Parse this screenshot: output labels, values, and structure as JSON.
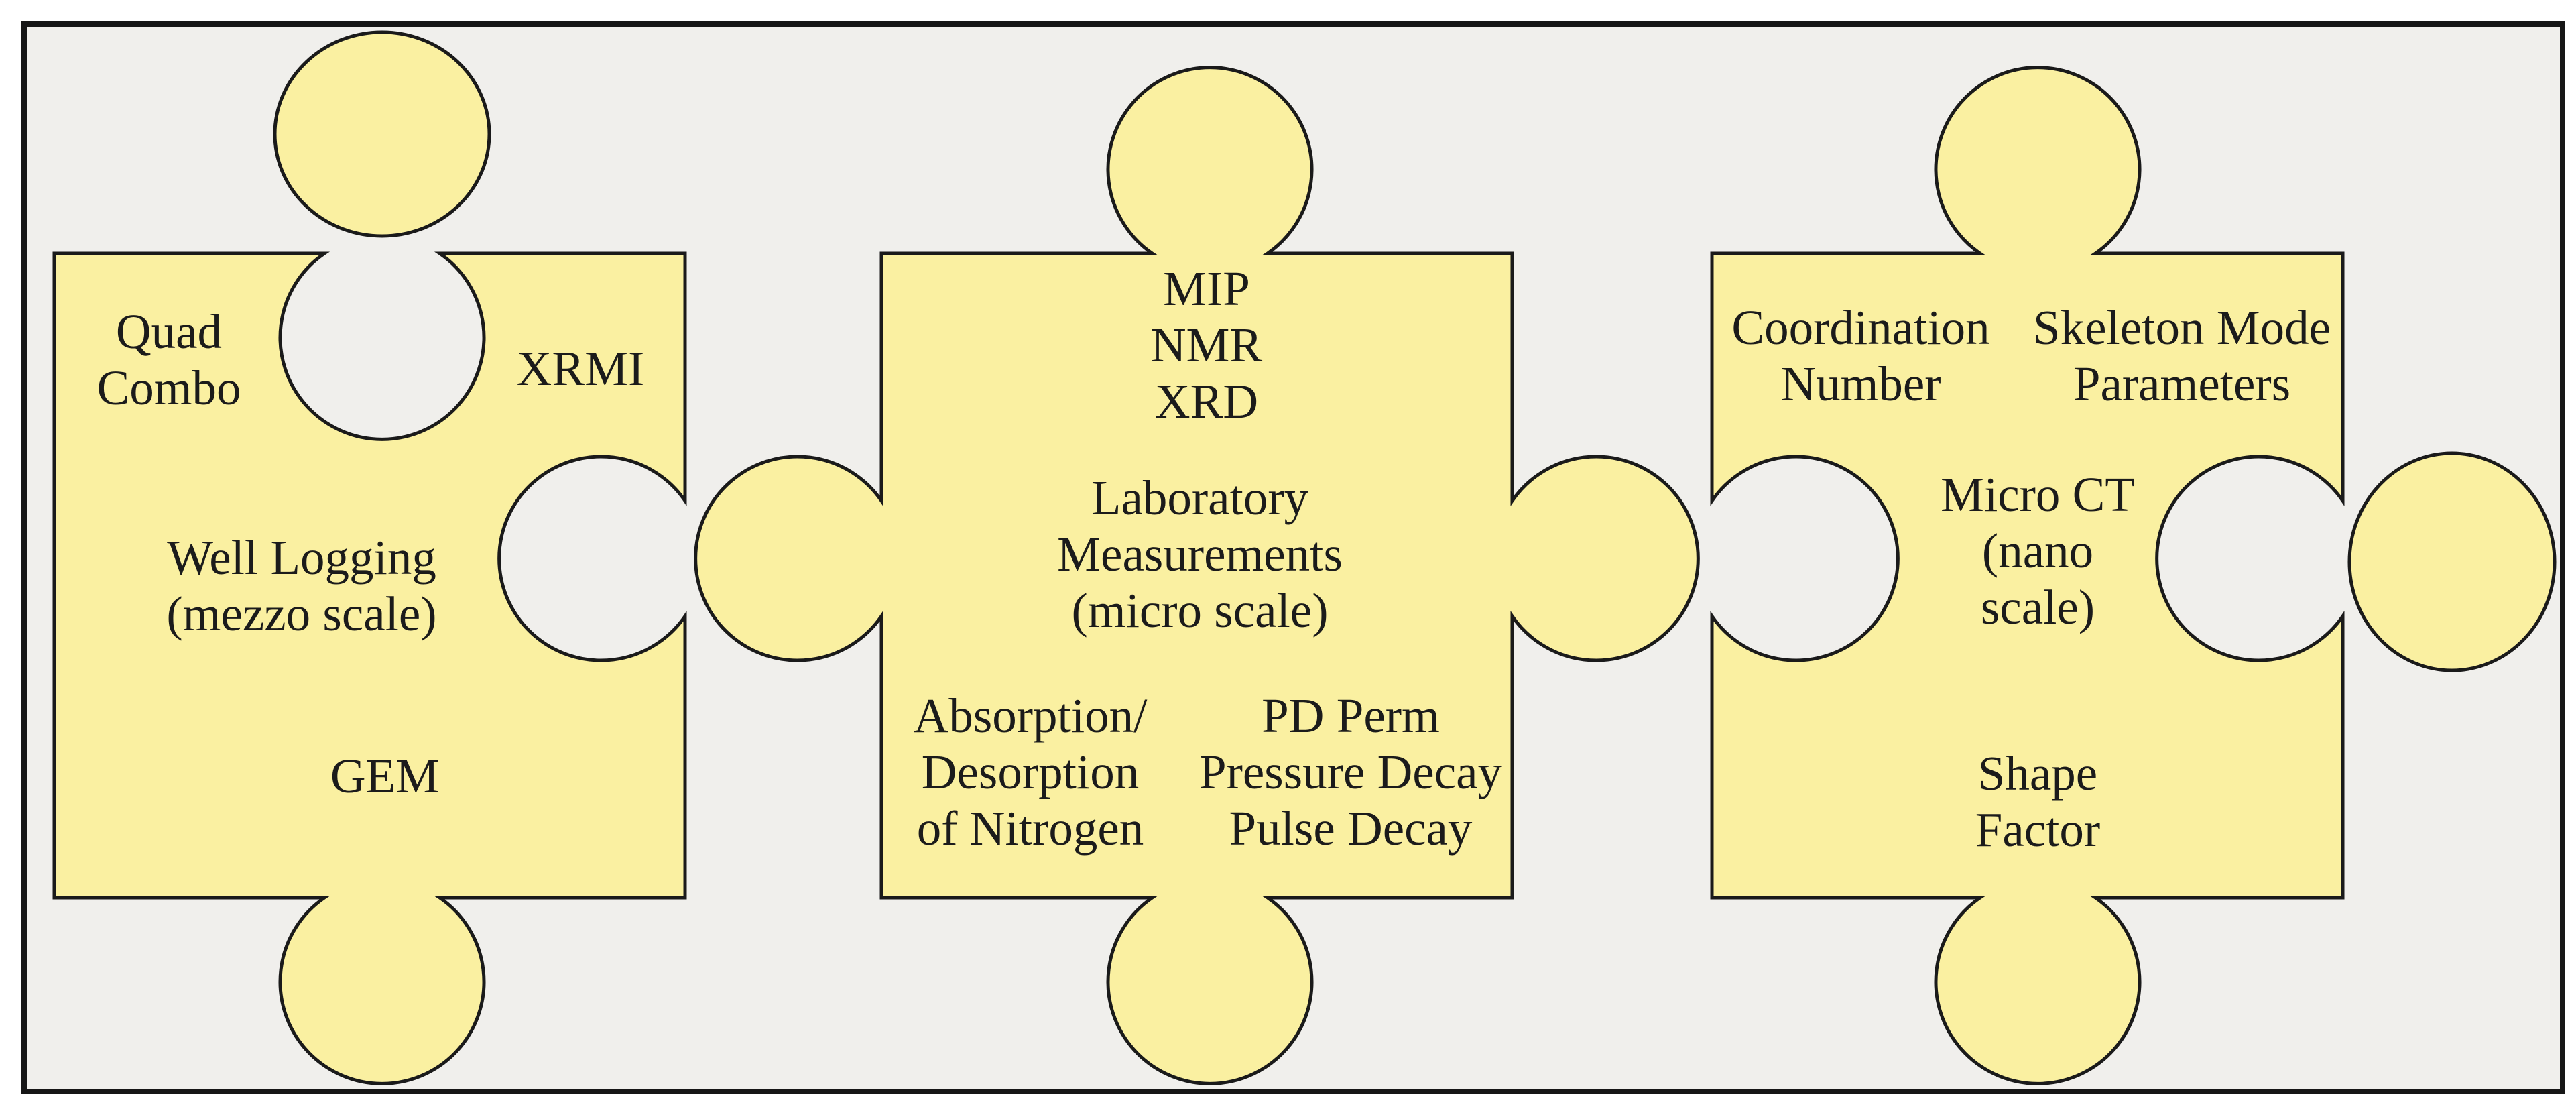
{
  "canvas": {
    "bg": "#F0EFEC",
    "piece_fill": "#FAF0A1",
    "stroke": "#1A1A1A",
    "text_color": "#1B1B1B"
  },
  "pieces": [
    {
      "name": "well-logging-piece",
      "labels": [
        {
          "id": "quad-combo",
          "lines": [
            "Quad",
            "Combo"
          ]
        },
        {
          "id": "xrmi",
          "lines": [
            "XRMI"
          ]
        },
        {
          "id": "well-logging-title",
          "lines": [
            "Well Logging",
            "(mezzo scale)"
          ]
        },
        {
          "id": "gem",
          "lines": [
            "GEM"
          ]
        }
      ]
    },
    {
      "name": "laboratory-measurements-piece",
      "labels": [
        {
          "id": "mip-nmr-xrd",
          "lines": [
            "MIP",
            "NMR",
            "XRD"
          ]
        },
        {
          "id": "laboratory-title",
          "lines": [
            "Laboratory",
            "Measurements",
            "(micro scale)"
          ]
        },
        {
          "id": "absorption",
          "lines": [
            "Absorption/",
            "Desorption",
            "of Nitrogen"
          ]
        },
        {
          "id": "pd-perm",
          "lines": [
            "PD Perm",
            "Pressure Decay",
            "Pulse Decay"
          ]
        }
      ]
    },
    {
      "name": "micro-ct-piece",
      "labels": [
        {
          "id": "coordination-number",
          "lines": [
            "Coordination",
            "Number"
          ]
        },
        {
          "id": "skeleton-mode",
          "lines": [
            "Skeleton Mode",
            "Parameters"
          ]
        },
        {
          "id": "micro-ct-title",
          "lines": [
            "Micro CT",
            "(nano",
            "scale)"
          ]
        },
        {
          "id": "shape-factor",
          "lines": [
            "Shape",
            "Factor"
          ]
        }
      ]
    }
  ]
}
